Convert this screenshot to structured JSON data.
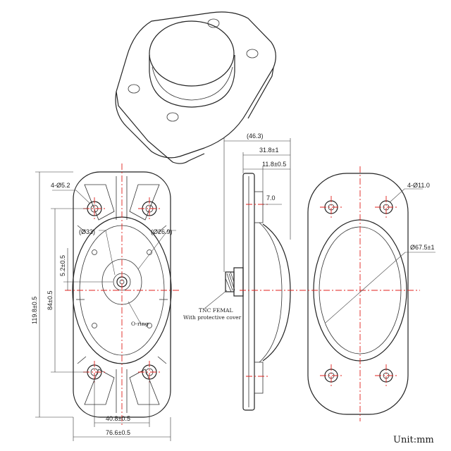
{
  "drawing": {
    "unit_label": "Unit:mm",
    "front_view": {
      "hole_callout": "4-Ø5.2",
      "center_bore": "(Ø33)",
      "inner_bore": "(Ø26.9)",
      "oring_label": "O-ring",
      "dim_overall_height": "119.8±0.5",
      "dim_hole_pitch_vertical": "84±0.5",
      "dim_center_offset": "5.2±0.5",
      "dim_hole_pitch_horizontal": "40.8±0.5",
      "dim_overall_width": "76.6±0.5"
    },
    "side_view": {
      "dim_total_depth": "(46.3)",
      "dim_body_depth": "31.8±1",
      "dim_flange_depth": "11.8±0.5",
      "dim_boss": "7.0",
      "connector_label": "TNC FEMAL",
      "connector_note": "With protective cover"
    },
    "rear_view": {
      "hole_callout": "4-Ø11.0",
      "oval_diameter": "Ø67.5±1"
    }
  }
}
